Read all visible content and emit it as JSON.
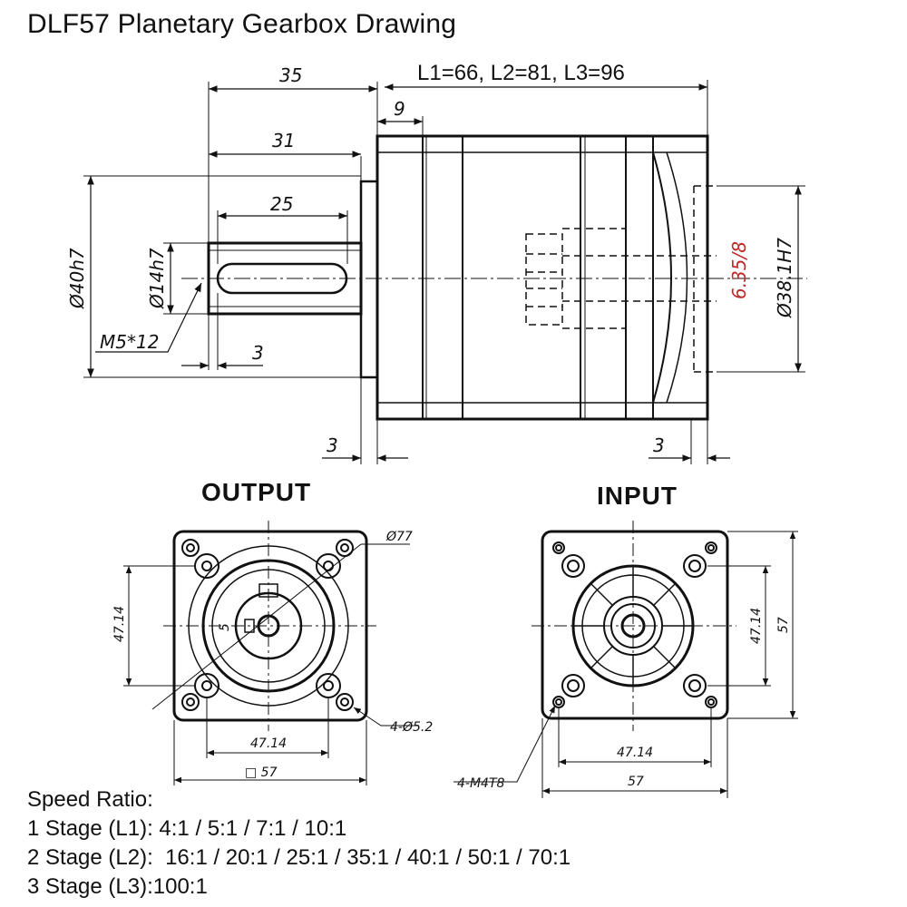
{
  "title": "DLF57 Planetary Gearbox Drawing",
  "side_view": {
    "length_note": "L1=66, L2=81, L3=96",
    "dims": {
      "d35": "35",
      "d31": "31",
      "d25": "25",
      "d9": "9",
      "d3_key": "3",
      "d3_flange": "3",
      "d3_input": "3",
      "dia40": "Ø40h7",
      "dia14": "Ø14h7",
      "thread": "M5*12",
      "dia38": "Ø38.1H7",
      "input_bore": "6.35/8"
    }
  },
  "output_view": {
    "label": "OUTPUT",
    "dia77": "Ø77",
    "v4714": "47.14",
    "h4714": "47.14",
    "sq57": "□ 57",
    "holes": "4-Ø5.2",
    "key": "5"
  },
  "input_view": {
    "label": "INPUT",
    "v4714": "47.14",
    "v57": "57",
    "h4714": "47.14",
    "h57": "57",
    "holes": "4-M4T8"
  },
  "speed_ratio": {
    "heading": "Speed Ratio:",
    "line1": "1 Stage (L1): 4:1 / 5:1 / 7:1 / 10:1",
    "line2": "2 Stage (L2):  16:1 / 20:1 / 25:1 / 35:1 / 40:1 / 50:1 / 70:1",
    "line3": "3 Stage (L3):100:1"
  },
  "colors": {
    "line": "#111111",
    "accent": "#c0282a",
    "background": "#ffffff"
  }
}
